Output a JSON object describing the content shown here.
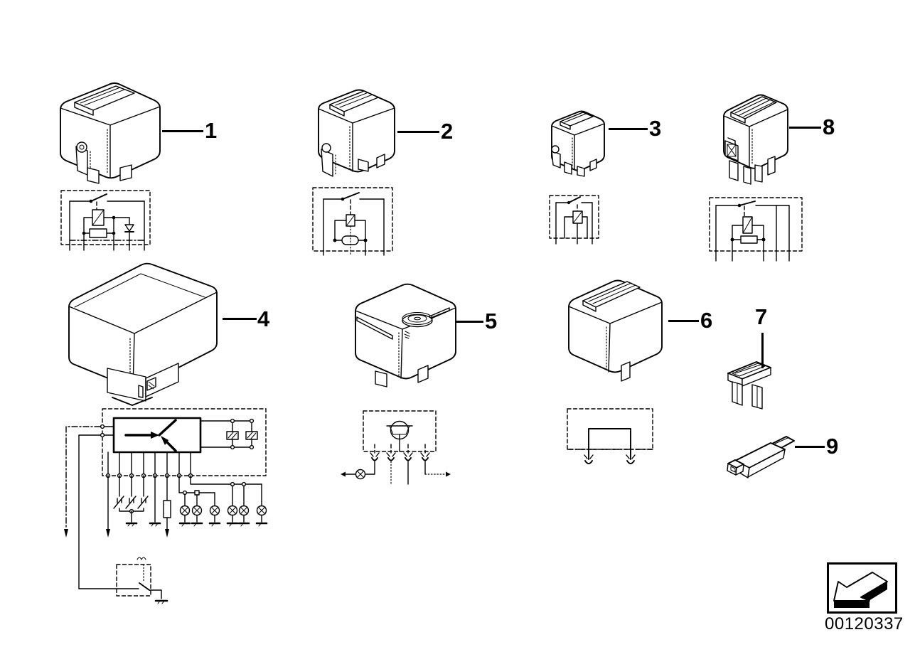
{
  "page": {
    "background": "#ffffff",
    "ink": "#000000"
  },
  "parts": [
    {
      "ref": "1",
      "illustration": "relay-with-mounting-stud-icon",
      "schematic": "switch-coil-resistor-diode-circuit"
    },
    {
      "ref": "2",
      "illustration": "relay-with-mounting-stud-icon",
      "schematic": "switch-coil-resistor-circuit"
    },
    {
      "ref": "3",
      "illustration": "small-relay-icon",
      "schematic": "switch-coil-circuit"
    },
    {
      "ref": "8",
      "illustration": "micro-relay-icon",
      "schematic": "switch-coil-resistor-circuit"
    },
    {
      "ref": "4",
      "illustration": "flasher-control-module-icon",
      "schematic": "flasher-module-switches-lamps-circuit"
    },
    {
      "ref": "5",
      "illustration": "relay-with-buzzer-disc-icon",
      "schematic": "buzzer-transistor-circuit"
    },
    {
      "ref": "6",
      "illustration": "relay-single-terminal-icon",
      "schematic": "bridge-jumper-circuit"
    },
    {
      "ref": "7",
      "illustration": "blade-fuse-bridge-icon"
    },
    {
      "ref": "9",
      "illustration": "diode-connector-plug-icon"
    }
  ],
  "stamp": {
    "number": "00120337",
    "icon": "page-back-arrow-icon"
  }
}
